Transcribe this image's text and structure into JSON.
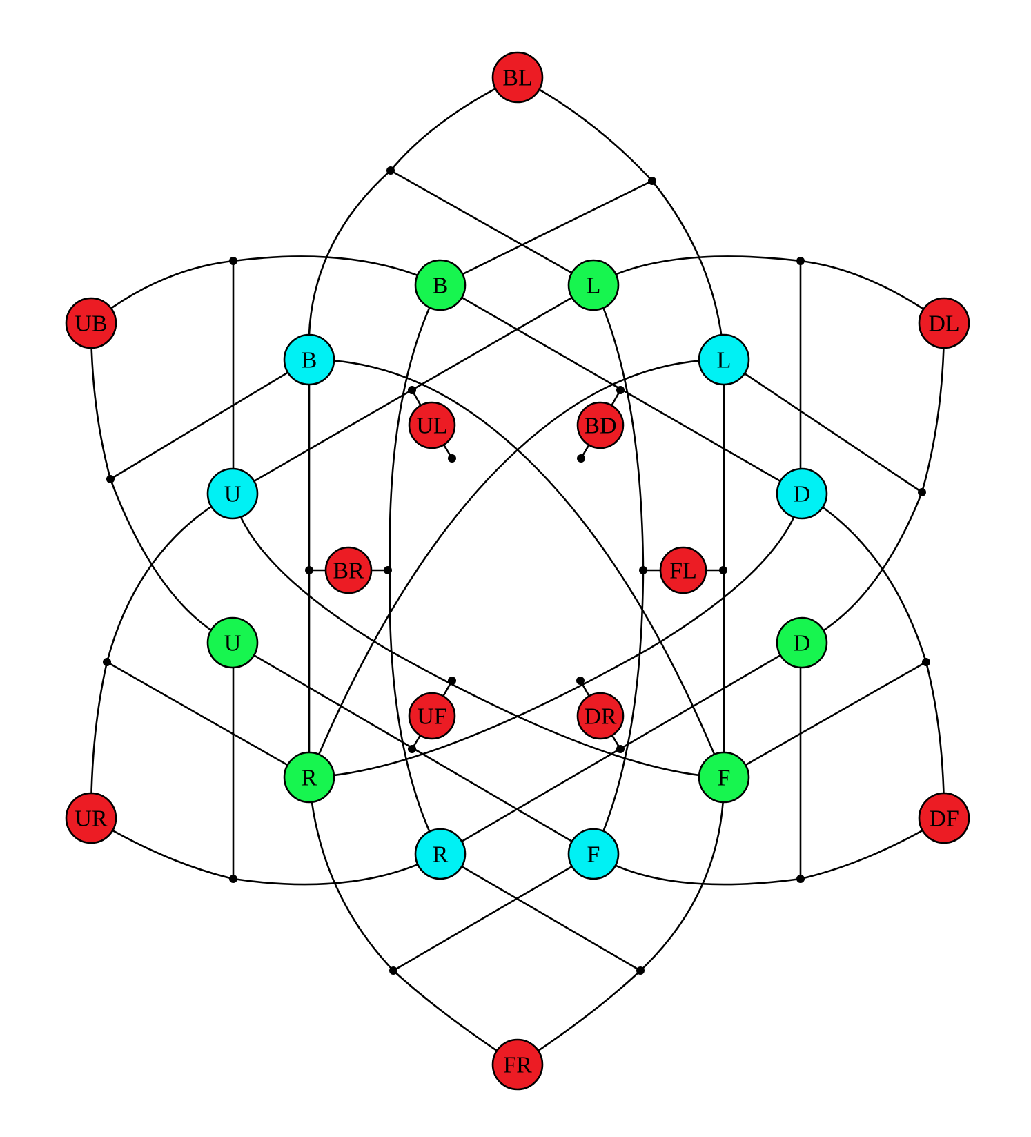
{
  "colors": {
    "red": "#ec1c24",
    "green": "#17f54f",
    "cyan": "#00f1f4"
  },
  "nodes": [
    {
      "id": "BL",
      "label": "BL",
      "color": "red"
    },
    {
      "id": "UB",
      "label": "UB",
      "color": "red"
    },
    {
      "id": "DL",
      "label": "DL",
      "color": "red"
    },
    {
      "id": "UR",
      "label": "UR",
      "color": "red"
    },
    {
      "id": "DF",
      "label": "DF",
      "color": "red"
    },
    {
      "id": "FR",
      "label": "FR",
      "color": "red"
    },
    {
      "id": "UL",
      "label": "UL",
      "color": "red"
    },
    {
      "id": "BD",
      "label": "BD",
      "color": "red"
    },
    {
      "id": "BR",
      "label": "BR",
      "color": "red"
    },
    {
      "id": "FL",
      "label": "FL",
      "color": "red"
    },
    {
      "id": "UF",
      "label": "UF",
      "color": "red"
    },
    {
      "id": "DR",
      "label": "DR",
      "color": "red"
    },
    {
      "id": "gB",
      "label": "B",
      "color": "green"
    },
    {
      "id": "gL",
      "label": "L",
      "color": "green"
    },
    {
      "id": "gU",
      "label": "U",
      "color": "green"
    },
    {
      "id": "gD",
      "label": "D",
      "color": "green"
    },
    {
      "id": "gR",
      "label": "R",
      "color": "green"
    },
    {
      "id": "gF",
      "label": "F",
      "color": "green"
    },
    {
      "id": "cB",
      "label": "B",
      "color": "cyan"
    },
    {
      "id": "cL",
      "label": "L",
      "color": "cyan"
    },
    {
      "id": "cU",
      "label": "U",
      "color": "cyan"
    },
    {
      "id": "cD",
      "label": "D",
      "color": "cyan"
    },
    {
      "id": "cR",
      "label": "R",
      "color": "cyan"
    },
    {
      "id": "cF",
      "label": "F",
      "color": "cyan"
    }
  ]
}
